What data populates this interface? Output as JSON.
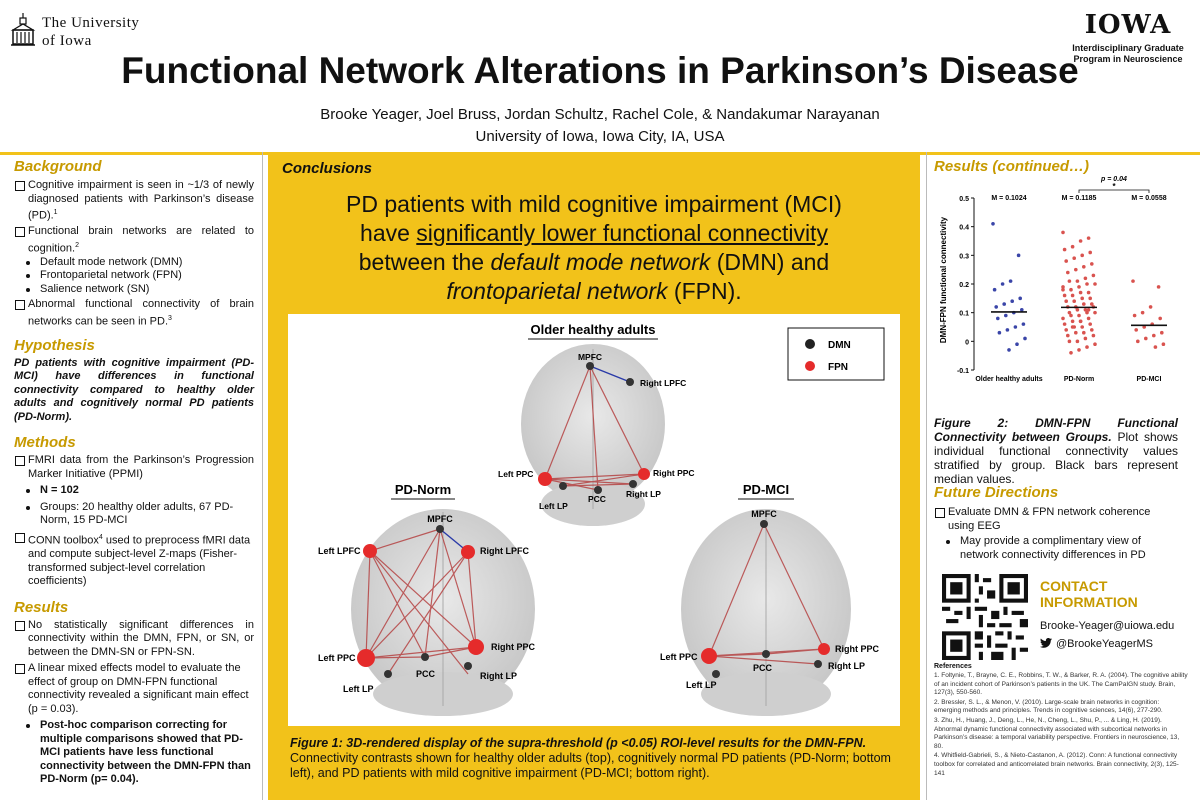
{
  "header": {
    "university_line1": "The University",
    "university_line2": "of Iowa",
    "iowa_word": "IOWA",
    "iowa_sub": "Interdisciplinary Graduate Program in Neuroscience",
    "title": "Functional Network Alterations in Parkinson’s Disease",
    "authors": "Brooke Yeager,  Joel Bruss,  Jordan Schultz,  Rachel Cole,  & Nandakumar Narayanan",
    "affiliation": "University of Iowa, Iowa City, IA, USA"
  },
  "background": {
    "title": "Background",
    "p1": "Cognitive impairment is seen in ~1/3 of newly diagnosed patients with Parkinson’s disease (PD).",
    "p1_ref": "1",
    "p2": "Functional brain networks are related to cognition.",
    "p2_ref": "2",
    "networks": [
      "Default mode network (DMN)",
      "Frontoparietal network (FPN)",
      "Salience network (SN)"
    ],
    "p3": "Abnormal functional connectivity of brain networks can be seen in PD.",
    "p3_ref": "3"
  },
  "hypothesis": {
    "title": "Hypothesis",
    "text": "PD patients with cognitive impairment (PD-MCI) have differences in functional connectivity compared to healthy older adults and cognitively normal PD patients (PD-Norm)."
  },
  "methods": {
    "title": "Methods",
    "p1": "FMRI data from the Parkinson’s Progression Marker Initiative (PPMI)",
    "n": "N = 102",
    "groups": "Groups: 20 healthy older adults, 67 PD-Norm, 15 PD-MCI",
    "p2_a": "CONN toolbox",
    "p2_ref": "4",
    "p2_b": " used to preprocess fMRI data and compute subject-level Z-maps (Fisher-transformed subject-level correlation coefficients)"
  },
  "results": {
    "title": "Results",
    "p1": "No statistically significant differences in connectivity within the DMN, FPN, or SN, or between the DMN-SN or FPN-SN.",
    "p2": "A linear mixed effects model to evaluate the effect of group on DMN-FPN functional connectivity revealed a significant main effect (p = 0.03).",
    "p3": "Post-hoc comparison correcting for multiple comparisons showed that PD-MCI patients have less functional connectivity between the DMN-FPN than PD-Norm (p= 0.04)."
  },
  "conclusions": {
    "title": "Conclusions",
    "l1": "PD patients with mild cognitive impairment (MCI)",
    "l2_a": "have ",
    "l2_u": "significantly lower functional connectivity",
    "l3_a": "between the ",
    "l3_i": "default mode network",
    "l3_b": " (DMN) and",
    "l4_i": "frontoparietal network",
    "l4_b": " (FPN)."
  },
  "figure1": {
    "panel_top": "Older healthy adults",
    "panel_left": "PD-Norm",
    "panel_right": "PD-MCI",
    "legend": [
      "DMN",
      "FPN"
    ],
    "nodes": {
      "mpfc": "MPFC",
      "right_lpfc": "Right LPFC",
      "left_lpfc": "Left LPFC",
      "left_ppc": "Left PPC",
      "right_ppc": "Right PPC",
      "pcc": "PCC",
      "left_lp": "Left LP",
      "right_lp": "Right LP"
    },
    "caption_bold": "Figure 1: 3D-rendered display of the supra-threshold (p <0.05) ROI-level results for the DMN-FPN.",
    "caption": "Connectivity contrasts shown for healthy older adults (top), cognitively normal PD patients (PD-Norm; bottom left), and PD patients with mild cognitive impairment (PD-MCI; bottom right)."
  },
  "results_continued": {
    "title": "Results (continued…)"
  },
  "chart_data": {
    "type": "scatter",
    "ylabel": "DMN-FPN functional connectivity",
    "ylim": [
      -0.1,
      0.5
    ],
    "yticks": [
      "-0.1",
      "0",
      "0.1",
      "0.2",
      "0.3",
      "0.4",
      "0.5"
    ],
    "categories": [
      "Older healthy adults",
      "PD-Norm",
      "PD-MCI"
    ],
    "medians": [
      0.1024,
      0.1185,
      0.0558
    ],
    "median_labels": [
      "M = 0.1024",
      "M = 0.1185",
      "M = 0.0558"
    ],
    "p_label": "p = 0.04",
    "star": "*",
    "colors": [
      "#3a45a8",
      "#d9534f",
      "#d9534f"
    ],
    "points": [
      [
        0.41,
        0.3,
        0.21,
        0.2,
        0.18,
        0.15,
        0.14,
        0.13,
        0.12,
        0.11,
        0.1,
        0.09,
        0.08,
        0.06,
        0.05,
        0.04,
        0.03,
        0.01,
        -0.01,
        -0.03
      ],
      [
        0.38,
        0.36,
        0.35,
        0.33,
        0.32,
        0.31,
        0.3,
        0.29,
        0.28,
        0.27,
        0.26,
        0.25,
        0.24,
        0.23,
        0.22,
        0.21,
        0.21,
        0.2,
        0.2,
        0.19,
        0.18,
        0.18,
        0.17,
        0.17,
        0.16,
        0.16,
        0.15,
        0.15,
        0.14,
        0.14,
        0.13,
        0.13,
        0.12,
        0.12,
        0.12,
        0.11,
        0.11,
        0.1,
        0.1,
        0.1,
        0.09,
        0.09,
        0.08,
        0.08,
        0.07,
        0.07,
        0.06,
        0.06,
        0.05,
        0.05,
        0.04,
        0.04,
        0.03,
        0.03,
        0.02,
        0.02,
        0.01,
        0.0,
        0.0,
        -0.01,
        -0.02,
        -0.03,
        -0.04,
        0.19,
        0.11,
        0.07,
        0.05
      ],
      [
        0.21,
        0.19,
        0.12,
        0.1,
        0.09,
        0.08,
        0.06,
        0.05,
        0.04,
        0.03,
        0.02,
        0.01,
        0.0,
        -0.01,
        -0.02
      ]
    ]
  },
  "figure2": {
    "caption_bold": "Figure 2: DMN-FPN Functional Connectivity between Groups.",
    "caption": " Plot shows individual functional connectivity values stratified by group. Black bars represent median values."
  },
  "future": {
    "title": "Future Directions",
    "p1": "Evaluate DMN & FPN network coherence using EEG",
    "p2": "May provide a complimentary view of network connectivity differences in PD"
  },
  "contact": {
    "title_1": "CONTACT",
    "title_2": "INFORMATION",
    "email": "Brooke-Yeager@uiowa.edu",
    "twitter": "@BrookeYeagerMS"
  },
  "references": {
    "title": "References",
    "items": [
      "1. Foltynie, T., Brayne, C. E., Robbins, T. W., & Barker, R. A. (2004). The cognitive ability of an incident cohort of Parkinson’s patients in the UK. The CamPaIGN study. Brain, 127(3), 550-560.",
      "2. Bressler, S. L., & Menon, V. (2010). Large-scale brain networks in cognition: emerging methods and principles. Trends in cognitive sciences, 14(6), 277-290.",
      "3. Zhu, H., Huang, J., Deng, L., He, N., Cheng, L., Shu, P., ... & Ling, H. (2019). Abnormal dynamic functional connectivity associated with subcortical networks in Parkinson’s disease: a temporal variability perspective. Frontiers in neuroscience, 13, 80.",
      "4. Whitfield-Gabrieli, S., & Nieto-Castanon, A. (2012). Conn: A functional connectivity toolbox for correlated and anticorrelated brain networks. Brain connectivity, 2(3), 125-141"
    ]
  }
}
